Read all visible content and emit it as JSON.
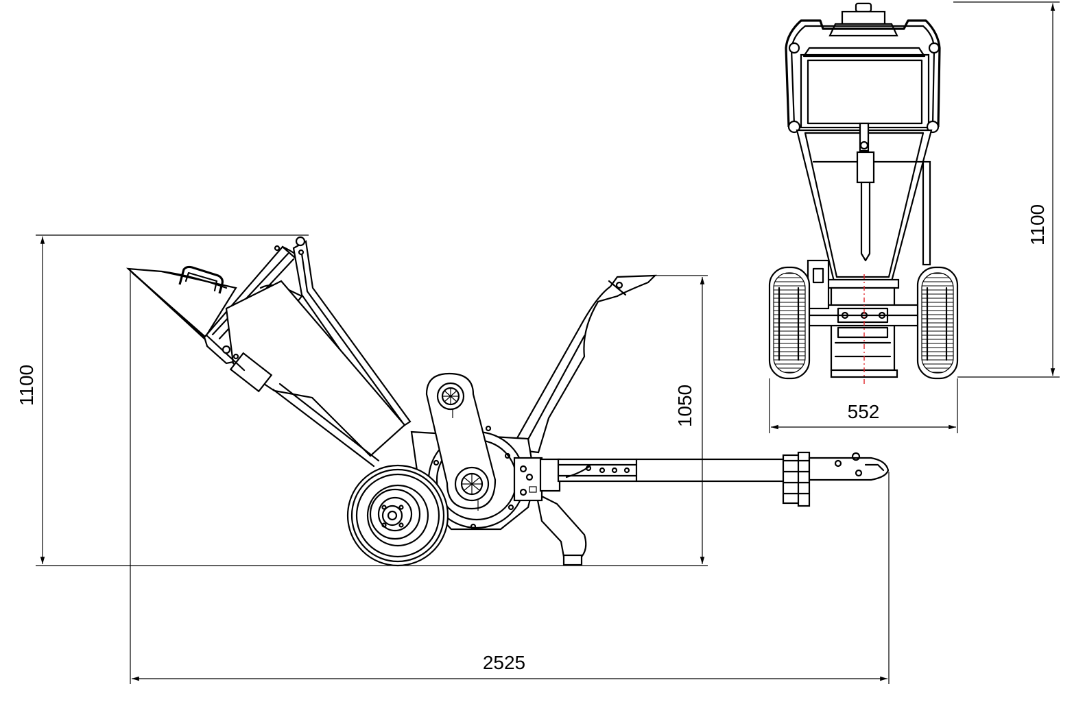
{
  "drawing": {
    "units": "",
    "dimensions": {
      "side_height": "1100",
      "side_height_to_chute": "1050",
      "overall_length": "2525",
      "front_height": "1100",
      "front_width": "552"
    }
  },
  "colors": {
    "line": "#000000",
    "centerline": "#e0262b",
    "background": "#ffffff"
  }
}
